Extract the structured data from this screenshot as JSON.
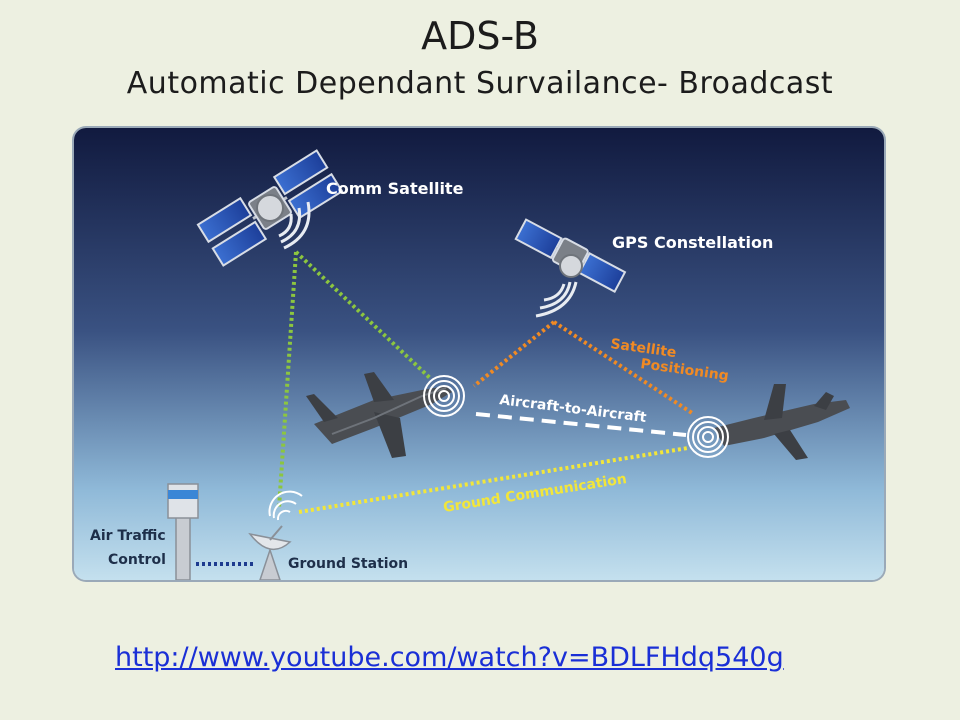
{
  "slide": {
    "title": "ADS-B",
    "subtitle": "Automatic Dependant Survailance- Broadcast",
    "link": "http://www.youtube.com/watch?v=BDLFHdq540g"
  },
  "diagram": {
    "labels": {
      "comm_satellite": "Comm Satellite",
      "gps_constellation": "GPS Constellation",
      "satellite_positioning_1": "Satellite",
      "satellite_positioning_2": "Positioning",
      "aircraft_to_aircraft": "Aircraft-to-Aircraft",
      "ground_communication": "Ground Communication",
      "air_traffic_1": "Air Traffic",
      "air_traffic_2": "Control",
      "ground_station": "Ground Station"
    },
    "colors": {
      "sky_top": "#111a3f",
      "sky_bottom": "#b9d8ea",
      "green_link": "#8cc63f",
      "orange_link": "#f08a24",
      "yellow_link": "#f2e63a",
      "white_link": "#ffffff",
      "aircraft": "#4a4d52"
    }
  }
}
